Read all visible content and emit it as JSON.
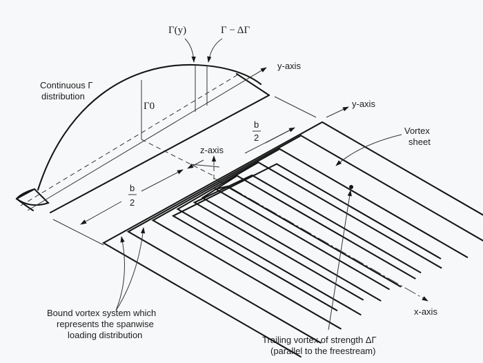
{
  "figure": {
    "title": "Horseshoe vortex / lifting-line model of a finite wing",
    "labels": {
      "gamma_y": "Γ(y)",
      "gamma_minus": "Γ − ΔΓ",
      "continuous_line1": "Continuous Γ",
      "continuous_line2": "distribution",
      "gamma_0": "Γ0",
      "y_axis_upper": "y-axis",
      "y_axis_lower": "y-axis",
      "z_axis": "z-axis",
      "x_axis": "x-axis",
      "b_num_upper": "b",
      "b_den_upper": "2",
      "b_num_lower": "b",
      "b_den_lower": "2",
      "vortex_sheet_line1": "Vortex",
      "vortex_sheet_line2": "sheet",
      "bound_line1": "Bound vortex system which",
      "bound_line2": "represents the spanwise",
      "bound_line3": "loading distribution",
      "trailing_line1": "Trailing vortex of strength ΔΓ",
      "trailing_line2": "(parallel to the freestream)"
    },
    "trailing_vortex_count": 8,
    "colors": {
      "ink": "#161616",
      "paper": "#f7f8f9"
    }
  }
}
